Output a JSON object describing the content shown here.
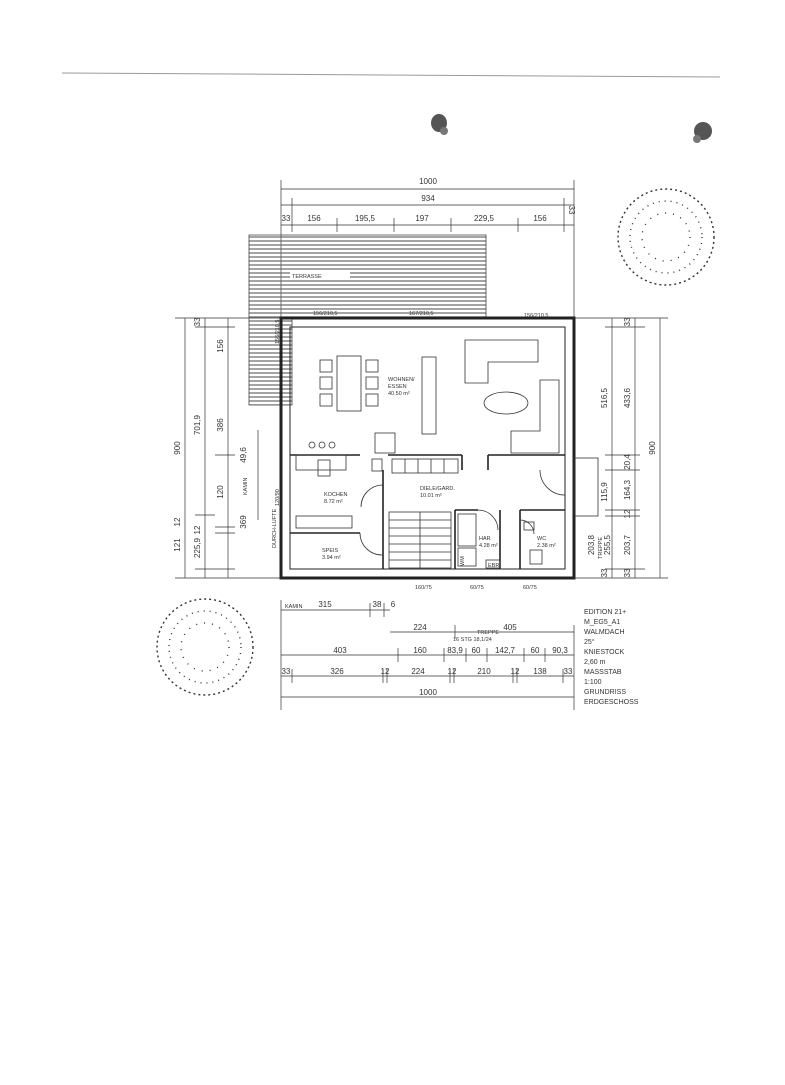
{
  "dims_top": {
    "overall": "1000",
    "inner": "934",
    "seg_a": "33",
    "seg_b": "156",
    "seg_c": "195,5",
    "seg_d": "197",
    "seg_e": "229,5",
    "seg_f": "156",
    "seg_g": "33"
  },
  "terrace": "TERRASSE",
  "windows": {
    "w1": "156/210,5",
    "w2": "167/210,5",
    "w3": "156/210,5",
    "w_left": "156/210,5",
    "w_kitchen": "120/90",
    "w_bottom1": "160/75",
    "w_bottom2": "60/75",
    "w_bottom3": "60/75"
  },
  "rooms": {
    "wohnen_name_1": "WOHNEN/",
    "wohnen_name_2": "ESSEN",
    "wohnen_area": "40.50 m²",
    "kochen_name": "KOCHEN",
    "kochen_area": "8.72 m²",
    "diele_name": "DIELE/GARD.",
    "diele_area": "10.01 m²",
    "speis_name": "SPEIS",
    "speis_area": "3.94 m²",
    "har_name": "HAR",
    "har_area": "4.28 m²",
    "wc_name": "WC",
    "wc_area": "2.38 m²",
    "wm": "WM",
    "ebr": "EBR",
    "kamin_v": "KAMIN",
    "durch_luft": "DURCH-LUFTE"
  },
  "dims_left": {
    "overall": "900",
    "d_7019": "701,9",
    "d_2259": "225,9",
    "d_121": "121",
    "d_33": "33",
    "d_12": "12",
    "d_156": "156",
    "d_386": "386",
    "d_120": "120",
    "d_12b": "12",
    "d_369": "369",
    "d_496": "49,6"
  },
  "dims_right": {
    "overall": "900",
    "d_5165": "516,5",
    "d_4336": "433,6",
    "d_204": "20,4",
    "d_1159": "115,9",
    "d_1643": "164,3",
    "d_12": "12",
    "d_2038": "203,8",
    "d_2555": "255,5",
    "d_2037": "203,7",
    "d_33a": "33",
    "d_33b": "33",
    "d_33c": "33",
    "treppe": "TREPPE"
  },
  "dims_bottom": {
    "kamin": "KAMIN",
    "d_315": "315",
    "d_38": "38",
    "d_6": "6",
    "d_224": "224",
    "treppe": "TREPPE",
    "d_405": "405",
    "stg": "16 STG 18,1/24",
    "r3_403": "403",
    "r3_160": "160",
    "r3_839": "83,9",
    "r3_60": "60",
    "r3_1427": "142,7",
    "r3_60b": "60",
    "r3_903": "90,3",
    "r4_33": "33",
    "r4_326": "326",
    "r4_12": "12",
    "r4_224": "224",
    "r4_12b": "12",
    "r4_210": "210",
    "r4_12c": "12",
    "r4_138": "138",
    "r4_33b": "33",
    "overall": "1000"
  },
  "legend": [
    "EDITION 21+",
    "M_EG5_A1",
    "WALMDACH",
    "25°",
    "KNIESTOCK",
    "2,60 m",
    "MASSSTAB",
    "1:100",
    "GRUNDRISS",
    "ERDGESCHOSS"
  ],
  "colors": {
    "ink": "#333333",
    "hatch": "#555555",
    "pin": "#555555"
  }
}
